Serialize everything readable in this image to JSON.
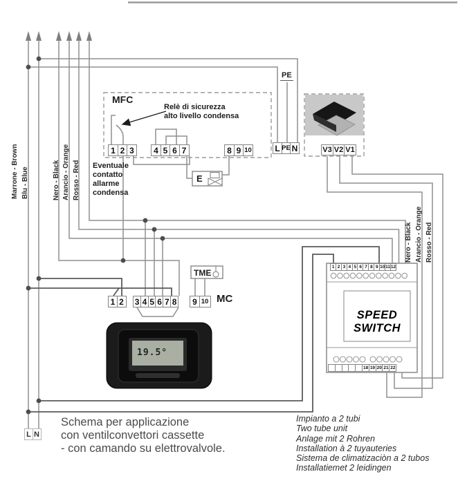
{
  "left_labels": {
    "marrone": "Marrone - Brown",
    "blu": "Blu - Blue",
    "nero": "Nero - Black",
    "arancio": "Arancio - Orange",
    "rosso": "Rosso - Red"
  },
  "right_labels": {
    "nero": "Nero - Black",
    "arancio": "Arancio - Orange",
    "rosso": "Rosso - Red"
  },
  "mfc": {
    "title": "MFC",
    "relay_note_line1": "Relè di sicurezza",
    "relay_note_line2": "alto livello condensa",
    "alarm_note": [
      "Eventuale",
      "contatto",
      "allarme",
      "condensa"
    ],
    "block_a": [
      "1",
      "2",
      "3"
    ],
    "block_b": [
      "4",
      "5",
      "6",
      "7"
    ],
    "block_c": [
      "8",
      "9",
      "10"
    ],
    "block_mains": [
      "L",
      "PE",
      "N"
    ]
  },
  "pe_label": "PE",
  "valve_label": "E",
  "cassette_terminals": [
    "V3",
    "V2",
    "V1"
  ],
  "tme": {
    "label": "TME"
  },
  "mc": {
    "label": "MC",
    "block_a": [
      "1",
      "2"
    ],
    "block_b": [
      "3",
      "4",
      "5",
      "6",
      "7",
      "8"
    ],
    "block_c": [
      "9",
      "10"
    ]
  },
  "thermostat": {
    "lcd_value": "19.5°"
  },
  "speed_switch": {
    "label": "SPEED SWITCH",
    "top_terminals": [
      "1",
      "2",
      "3",
      "4",
      "5",
      "6",
      "7",
      "8",
      "9",
      "10",
      "11",
      "12"
    ],
    "bottom_terminals": [
      "18",
      "19",
      "20",
      "21",
      "22"
    ]
  },
  "mains": {
    "l": "L",
    "n": "N"
  },
  "caption": {
    "line1": "Schema per applicazione",
    "line2": "con ventilconvettori cassette",
    "line3": "- con camando su elettrovalvole."
  },
  "notes": [
    "Impianto a 2 tubi",
    "Two tube unit",
    "Anlage mit 2 Rohren",
    "Installation à 2 tuyauteries",
    "Sistema de climatizaciòn a 2 tubos",
    "Installatiemet 2 leidingen"
  ]
}
